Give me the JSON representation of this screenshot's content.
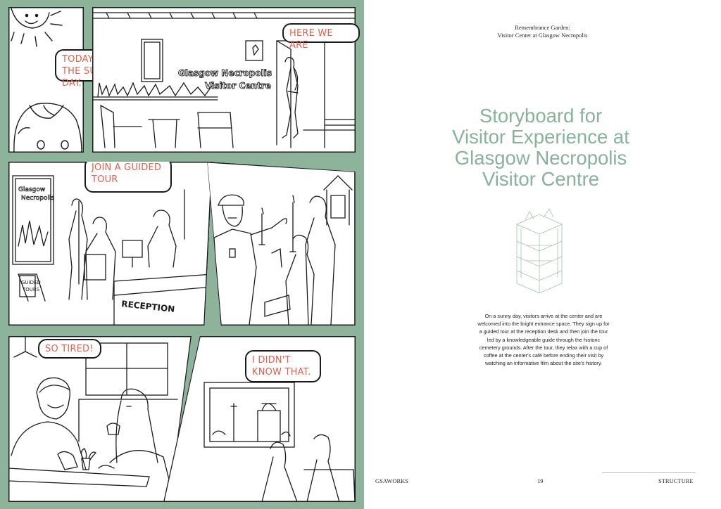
{
  "comic": {
    "panel1": {
      "bubble": "TODAY IS THE SUNNY DAY."
    },
    "panel2": {
      "bubble": "HERE WE ARE",
      "window_sign": "Glasgow Necropolis Visitor Centre"
    },
    "panel3": {
      "bubble": "JOIN A GUIDED TOUR",
      "poster": "Glasgow Necropolis",
      "easel_sign": "GUIDED TOURS",
      "desk_sign": "RECEPTION"
    },
    "panel5": {
      "bubble": "SO TIRED!"
    },
    "panel6": {
      "bubble": "I DIDN'T KNOW THAT."
    }
  },
  "page": {
    "running_head_line1": "Remembrance Garden:",
    "running_head_line2": "Visitor Center at Glasgow Necropolis",
    "title_lines": [
      "Storyboard for",
      "Visitor Experience at",
      "Glasgow Necropolis",
      "Visitor Centre"
    ],
    "body": "On a sunny day, visitors arrive at the center and are welcomed into the bright entrance space. They sign up for a guided tour at the reception desk and then join the tour led by a knowledgeable guide through the historic cemetery grounds. After the tour, they relax with a cup of coffee at the center's café before ending their visit by watching an informative film about the site's history.",
    "footer_left": "GSAWORKS",
    "page_number": "19",
    "footer_right": "STRUCTURE"
  },
  "colors": {
    "page_green": "#8db49a",
    "title_green": "#86b39a",
    "bubble_text": "#e2604b",
    "ink": "#1a1a1a"
  }
}
